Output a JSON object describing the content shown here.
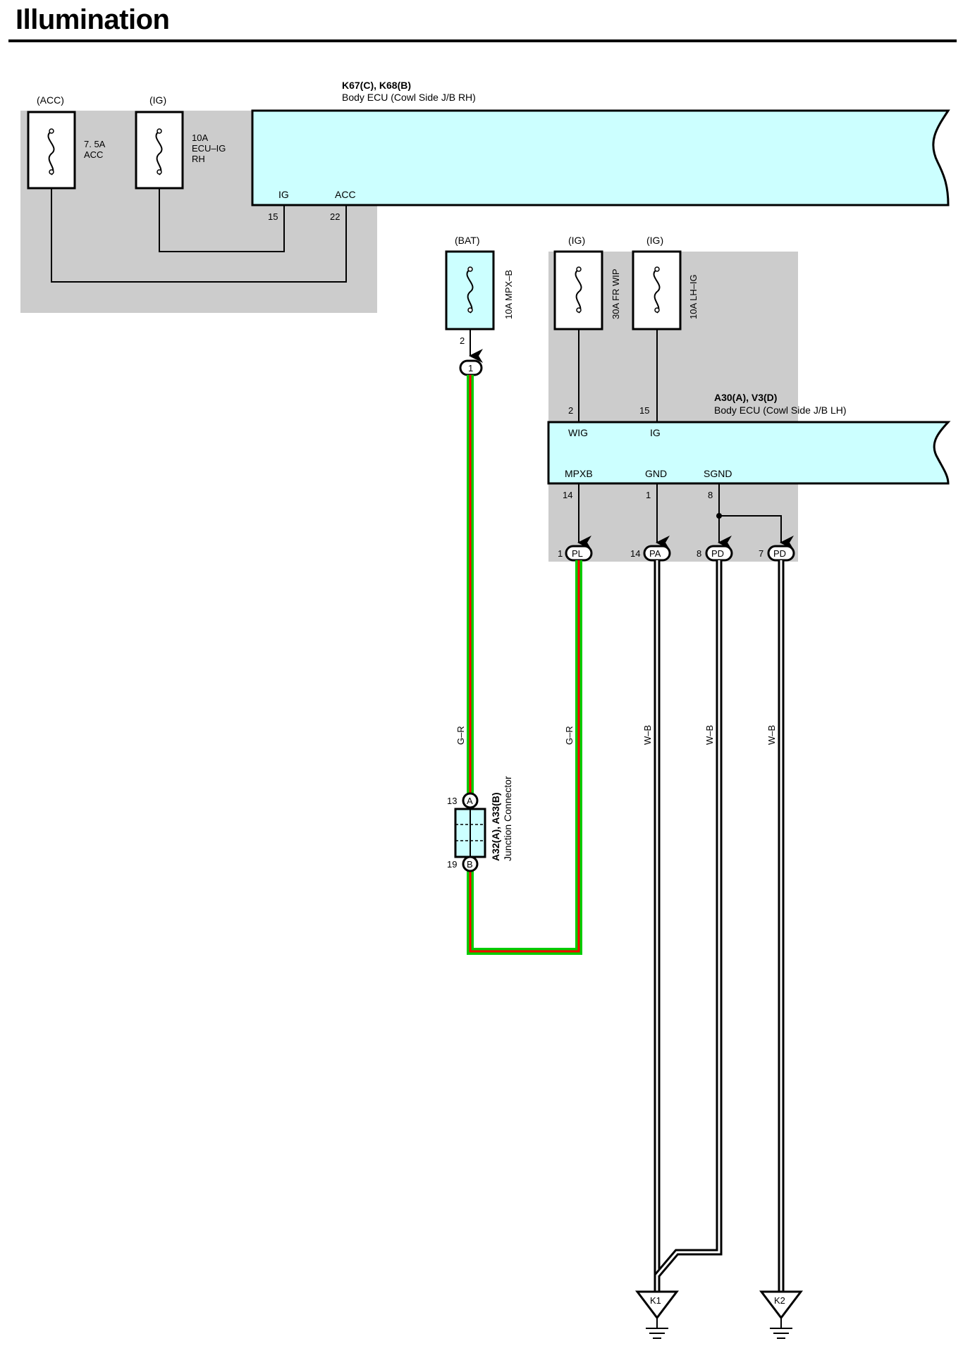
{
  "title": "Illumination",
  "colors": {
    "ecu_fill": "#ccffff",
    "shade": "#cccccc",
    "wire_green": "#00cc00",
    "wire_red": "#ff0000",
    "wire_black": "#000000"
  },
  "ecu_rh": {
    "connector": "K67(C), K68(B)",
    "name": "Body ECU (Cowl Side J/B RH)",
    "terminals": [
      {
        "label": "IG",
        "pin": "15"
      },
      {
        "label": "ACC",
        "pin": "22"
      }
    ]
  },
  "ecu_lh": {
    "connector": "A30(A), V3(D)",
    "name": "Body ECU (Cowl Side J/B LH)",
    "top_terminals": [
      {
        "label": "WIG",
        "pin": "2"
      },
      {
        "label": "IG",
        "pin": "15"
      }
    ],
    "bottom_terminals": [
      {
        "label": "MPXB",
        "pin": "14"
      },
      {
        "label": "GND",
        "pin": "1"
      },
      {
        "label": "SGND",
        "pin": "8"
      }
    ]
  },
  "fuses": {
    "acc": {
      "source": "(ACC)",
      "rating": "7. 5A",
      "name": "ACC"
    },
    "ig_rh": {
      "source": "(IG)",
      "rating": "10A",
      "name": "ECU–IG",
      "name2": "RH"
    },
    "bat": {
      "source": "(BAT)",
      "label": "10A MPX–B",
      "pin": "2"
    },
    "wip": {
      "source": "(IG)",
      "label": "30A FR WIP"
    },
    "lhig": {
      "source": "(IG)",
      "label": "10A LH–IG"
    }
  },
  "connectors": {
    "bat_out": "1",
    "pl": {
      "code": "PL",
      "pin": "1"
    },
    "pa": {
      "code": "PA",
      "pin": "14"
    },
    "pd1": {
      "code": "PD",
      "pin": "8"
    },
    "pd2": {
      "code": "PD",
      "pin": "7"
    }
  },
  "junction": {
    "name1": "A32(A), A33(B)",
    "name2": "Junction Connector",
    "top": {
      "code": "A",
      "pin": "13"
    },
    "bottom": {
      "code": "B",
      "pin": "19"
    }
  },
  "wire_colors": [
    "G–R",
    "G–R",
    "W–B",
    "W–B",
    "W–B"
  ],
  "grounds": [
    "K1",
    "K2"
  ]
}
